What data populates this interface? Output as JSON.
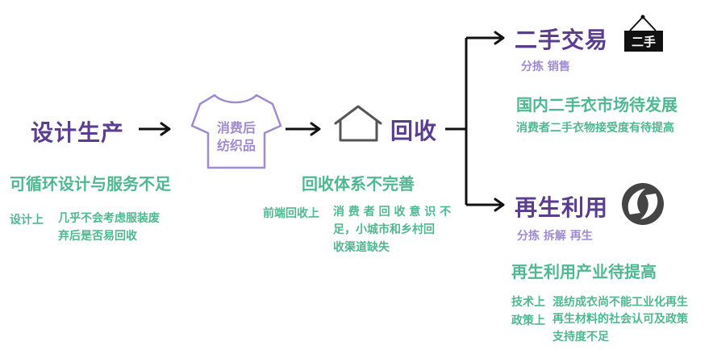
{
  "stage1": {
    "title": "设计生产",
    "problem": "可循环设计与服务不足",
    "detail_label": "设计上",
    "detail_line1": "几乎不会考虑服装废",
    "detail_line2": "弃后是否易回收"
  },
  "shirt": {
    "line1": "消费后",
    "line2": "纺织品"
  },
  "stage2": {
    "title": "回收",
    "problem": "回收体系不完善",
    "detail_label": "前端回收上",
    "detail_line1": "消 费 者 回 收 意 识 不",
    "detail_line2": "足，小城市和乡村回",
    "detail_line3": "收渠道缺失"
  },
  "branch_trade": {
    "title": "二手交易",
    "sign_text": "二手",
    "tags": "分拣 销售",
    "problem": "国内二手衣市场待发展",
    "detail": "消费者二手衣物接受度有待提高"
  },
  "branch_recycle": {
    "title": "再生利用",
    "tags": "分拣  拆解 再生",
    "problem": "再生利用产业待提高",
    "tech_label": "技术上",
    "tech_detail": "混纺成衣尚不能工业化再生",
    "policy_label": "政策上",
    "policy_line1": "再生材料的社会认可及政策",
    "policy_line2": "支持度不足"
  },
  "colors": {
    "title": "#5b3d8f",
    "tag": "#a08ad0",
    "note": "#4fb890",
    "arrow": "#111111"
  }
}
